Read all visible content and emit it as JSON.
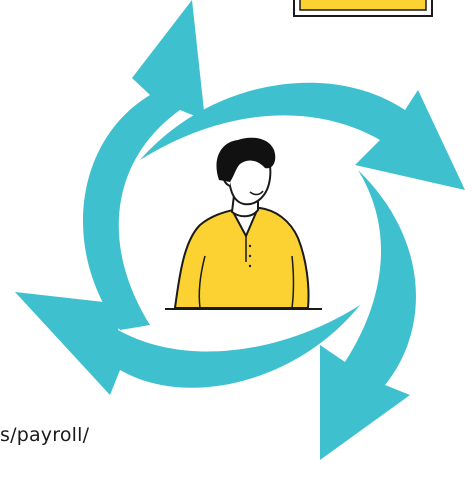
{
  "scene": {
    "arrow_color": "#3ec0cf",
    "shirt_color": "#fbd232",
    "hair_color": "#111111",
    "line_color": "#1a1a1a",
    "card_color": "#fbd232",
    "arrow_count": 4,
    "figure": "person-in-yellow-shirt"
  },
  "caption": {
    "url_fragment": "s/payroll/"
  }
}
